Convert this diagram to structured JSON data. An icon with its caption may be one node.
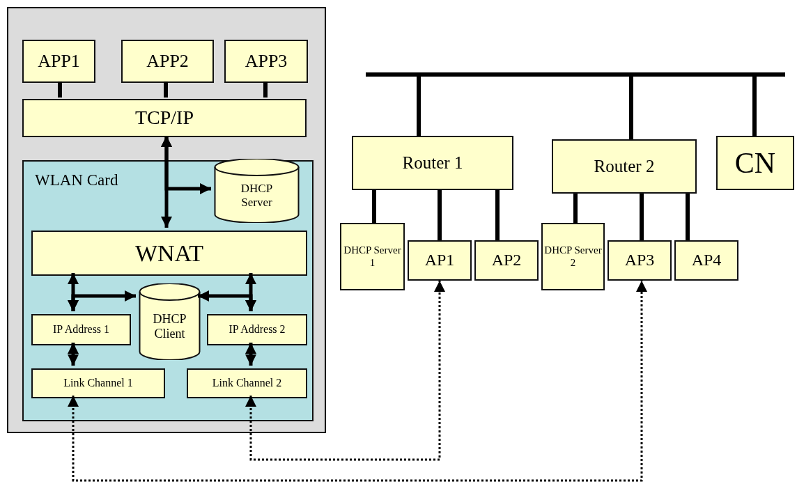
{
  "diagram": {
    "nodes": [
      {
        "text": [],
        "shape": "box"
      },
      {
        "text": [
          "APP1"
        ],
        "in": 0
      },
      {
        "text": [
          "APP2"
        ],
        "in": 0
      },
      {
        "text": [
          "APP3"
        ],
        "in": 0
      },
      {
        "text": [
          "TCP/IP"
        ],
        "in": 0
      },
      {
        "text": [
          "WLAN Card"
        ],
        "in": 0
      },
      {
        "text": [
          "DHCP Server"
        ],
        "in": 5
      },
      {
        "text": [
          "WNAT"
        ],
        "in": 5
      },
      {
        "text": [
          "DHCP Client"
        ],
        "in": 5
      },
      {
        "text": [
          "IP Address 1"
        ],
        "in": 5
      },
      {
        "text": [
          "IP Address 2"
        ],
        "in": 5
      },
      {
        "text": [
          "Link Channel 1"
        ],
        "in": 5
      },
      {
        "text": [
          "Link Channel 2"
        ],
        "in": 5
      },
      {
        "text": [],
        "shape": "bar"
      },
      {
        "text": [
          "Router 1"
        ]
      },
      {
        "text": [
          "Router 2"
        ]
      },
      {
        "text": [
          "CN"
        ]
      },
      {
        "text": [
          "DHCP Server 1"
        ]
      },
      {
        "text": [
          "AP1"
        ]
      },
      {
        "text": [
          "AP2"
        ]
      },
      {
        "text": [
          "DHCP Server 2"
        ]
      },
      {
        "text": [
          "AP3"
        ]
      },
      {
        "text": [
          "AP4"
        ]
      }
    ],
    "edges": [
      {
        "from": 1,
        "to": 4,
        "arrow": "none"
      },
      {
        "from": 2,
        "to": 4,
        "arrow": "none"
      },
      {
        "from": 3,
        "to": 4,
        "arrow": "none"
      },
      {
        "from": 4,
        "to": 7,
        "arrow": "both"
      },
      {
        "from": 6,
        "to": 4,
        "arrow": "both"
      },
      {
        "from": 7,
        "to": 9,
        "arrow": "both"
      },
      {
        "from": 7,
        "to": 10,
        "arrow": "both"
      },
      {
        "from": 8,
        "to": 9,
        "arrow": "both"
      },
      {
        "from": 8,
        "to": 10,
        "arrow": "both"
      },
      {
        "from": 9,
        "to": 11,
        "arrow": "both"
      },
      {
        "from": 10,
        "to": 12,
        "arrow": "both"
      },
      {
        "from": 12,
        "to": 18,
        "arrow": "both",
        "style": "dashed"
      },
      {
        "from": 11,
        "to": 21,
        "arrow": "both",
        "style": "dashed"
      },
      {
        "from": 13,
        "to": 14,
        "arrow": "none"
      },
      {
        "from": 13,
        "to": 15,
        "arrow": "none"
      },
      {
        "from": 13,
        "to": 16,
        "arrow": "none"
      },
      {
        "from": 14,
        "to": 17,
        "arrow": "none"
      },
      {
        "from": 14,
        "to": 18,
        "arrow": "none"
      },
      {
        "from": 14,
        "to": 19,
        "arrow": "none"
      },
      {
        "from": 15,
        "to": 20,
        "arrow": "none"
      },
      {
        "from": 15,
        "to": 21,
        "arrow": "none"
      },
      {
        "from": 15,
        "to": 22,
        "arrow": "none"
      }
    ]
  }
}
